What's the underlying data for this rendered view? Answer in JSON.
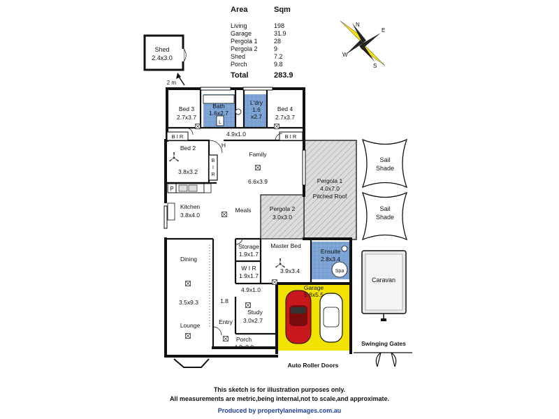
{
  "area_table": {
    "header_area": "Area",
    "header_sqm": "Sqm",
    "rows": [
      {
        "label": "Living",
        "value": "198"
      },
      {
        "label": "Garage",
        "value": "31.9"
      },
      {
        "label": "Pergola 1",
        "value": "28"
      },
      {
        "label": "Pergola 2",
        "value": "9"
      },
      {
        "label": "Shed",
        "value": "7.2"
      },
      {
        "label": "Porch",
        "value": "9.8"
      }
    ],
    "total_label": "Total",
    "total_value": "283.9"
  },
  "compass": {
    "n": "N",
    "e": "E",
    "s": "S",
    "w": "W"
  },
  "shed": {
    "name": "Shed",
    "size": "2.4x3.0"
  },
  "scale_label": "2 m",
  "rooms": {
    "bed3": {
      "name": "Bed 3",
      "size": "2.7x3.7"
    },
    "bath": {
      "name": "Bath",
      "size": "1.6x2.7"
    },
    "ldry": {
      "name": "L'dry",
      "size_a": "1.6",
      "size_b": "x2.7"
    },
    "bed4": {
      "name": "Bed 4",
      "size": "2.7x3.7"
    },
    "bir_left": "B I R",
    "bir_right": "B I R",
    "hall": {
      "size": "4.9x1.0"
    },
    "bed2": {
      "name": "Bed 2",
      "size": "3.8x3.2"
    },
    "bir_bed2": [
      "B",
      "I",
      "R"
    ],
    "h_label": "H",
    "family": {
      "name": "Family",
      "size": "6.6x3.9"
    },
    "pergola1": {
      "name": "Pergola 1",
      "size": "4.0x7.0",
      "note": "Pitched Roof"
    },
    "pantry": "P",
    "kitchen": {
      "name": "Kitchen",
      "size": "3.8x4.0"
    },
    "meals": {
      "name": "Meals"
    },
    "pergola2": {
      "name": "Pergola 2",
      "size": "3.0x3.0"
    },
    "storage": {
      "name": "Storage",
      "size": "1.9x1.7"
    },
    "master": {
      "name": "Master Bed",
      "size": "3.9x3.4"
    },
    "ensuite": {
      "name": "Ensuite",
      "size": "2.8x3.4"
    },
    "spa": "Spa",
    "wir": {
      "name": "W I R",
      "size": "1.9x1.7"
    },
    "dining": {
      "name": "Dining"
    },
    "dining_lounge_size": "3.5x9.3",
    "lounge": {
      "name": "Lounge"
    },
    "hall2": {
      "size": "4.9x1.0"
    },
    "hall_width": "1.8",
    "study": {
      "name": "Study",
      "size": "3.0x2.7"
    },
    "entry": {
      "name": "Entry"
    },
    "porch": {
      "name": "Porch",
      "size": "4.9x2.0"
    },
    "garage": {
      "name": "Garage",
      "size": "5.8x5.5"
    }
  },
  "sail_top": {
    "line1": "Sail",
    "line2": "Shade"
  },
  "sail_bottom": {
    "line1": "Sail",
    "line2": "Shade"
  },
  "caravan": "Caravan",
  "swinging_gates": "Swinging Gates",
  "auto_roller_doors": "Auto Roller Doors",
  "footer": {
    "line1": "This sketch is for illustration purposes only.",
    "line2": "All measurements are metric,being internal,not to scale,and approximate.",
    "credit": "Produced by propertylaneimages.com.au"
  },
  "colors": {
    "garage_fill": "#f2e200",
    "wet_area_fill": "#7fa6d6",
    "pergola_fill": "#dcdcdc",
    "car_red": "#c8181c",
    "credit_blue": "#1f3e9c"
  }
}
